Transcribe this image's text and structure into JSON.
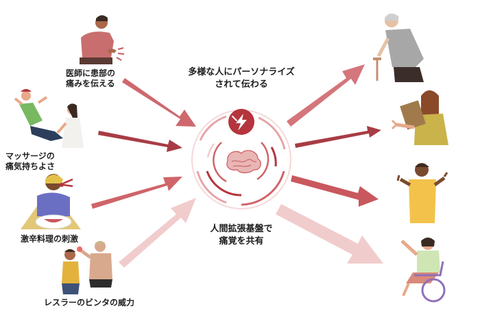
{
  "top_caption": "多様な人にパーソナライズ\nされて伝わる",
  "bottom_caption": "人間拡張基盤で\n痛覚を共有",
  "sources": [
    {
      "label": "医師に患部の\n痛みを伝える"
    },
    {
      "label": "マッサージの\n痛気持ちよさ"
    },
    {
      "label": "激辛料理の刺激"
    },
    {
      "label": "レスラーのビンタの威力"
    }
  ],
  "colors": {
    "arrow_dark": "#c9585e",
    "arrow_mid": "#d98589",
    "arrow_light": "#f0c8ca",
    "core": "#b5343d",
    "ring": "#e6a4a8"
  }
}
